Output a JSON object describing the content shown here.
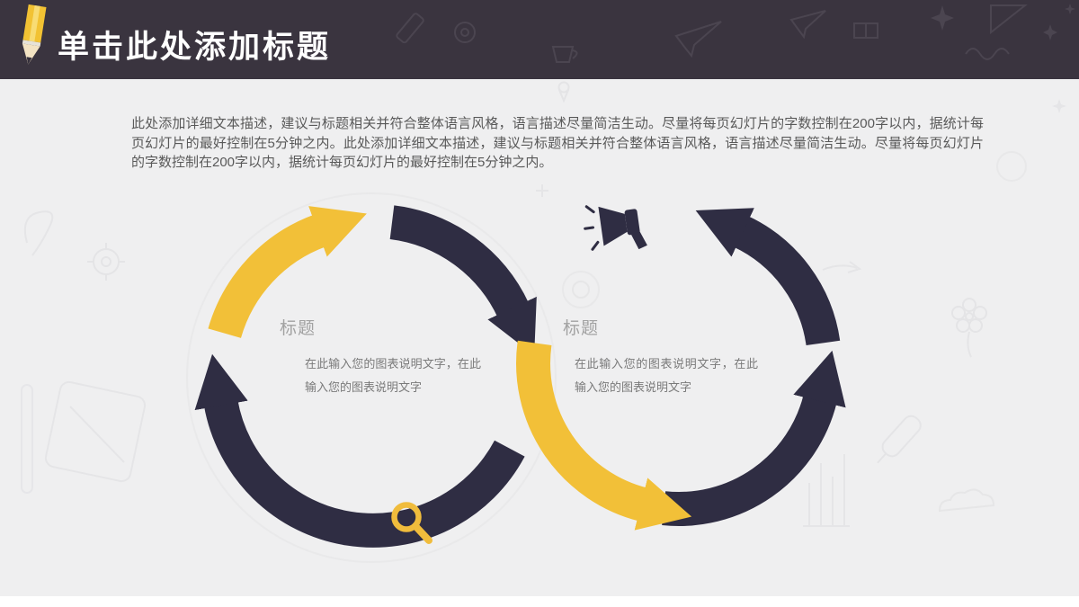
{
  "header": {
    "title": "单击此处添加标题"
  },
  "body": {
    "paragraph": "此处添加详细文本描述，建议与标题相关并符合整体语言风格，语言描述尽量简洁生动。尽量将每页幻灯片的字数控制在200字以内，据统计每页幻灯片的最好控制在5分钟之内。此处添加详细文本描述，建议与标题相关并符合整体语言风格，语言描述尽量简洁生动。尽量将每页幻灯片的字数控制在200字以内，据统计每页幻灯片的最好控制在5分钟之内。"
  },
  "diagram": {
    "left_cycle": {
      "label": "标题",
      "description": "在此输入您的图表说明文字，在此输入您的图表说明文字"
    },
    "right_cycle": {
      "label": "标题",
      "description": "在此输入您的图表说明文字，在此输入您的图表说明文字"
    },
    "icons": {
      "megaphone": "megaphone-icon",
      "magnifier": "magnifier-icon",
      "pencil": "pencil-icon"
    }
  },
  "colors": {
    "header_bg": "#3a343f",
    "slide_bg": "#efeff0",
    "accent_yellow": "#f2c038",
    "arrow_dark": "#2f2d43",
    "title_color": "#ffffff",
    "body_text_gray": "#595959",
    "label_gray": "#a2a2a2",
    "description_gray": "#7a7a7a"
  }
}
